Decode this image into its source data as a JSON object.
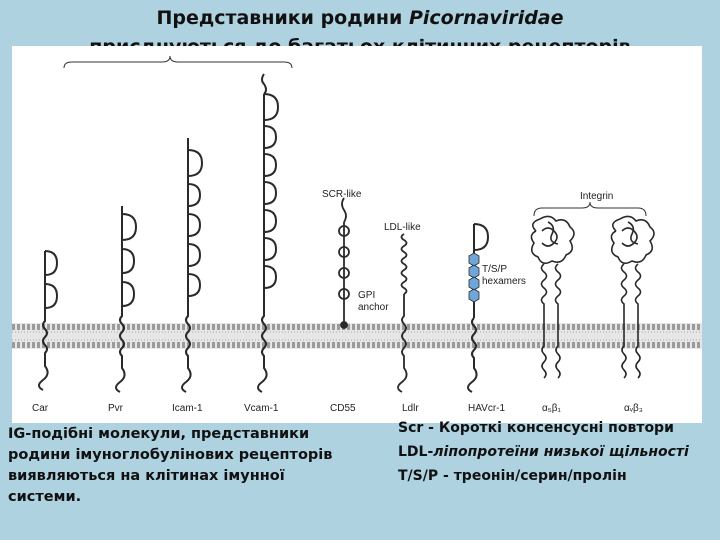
{
  "title": {
    "line1_prefix": "Представники родини ",
    "line1_family": "Picornaviridae",
    "line2": "приєднуються до багатьох клітинних рецепторів"
  },
  "figure": {
    "group_labels": {
      "scr": "SCR-like",
      "ldl": "LDL-like",
      "tsp": [
        "T/S/P",
        "hexamers"
      ],
      "gpi": [
        "GPI",
        "anchor"
      ],
      "integrin": "Integrin"
    },
    "receptors": [
      "Car",
      "Pvr",
      "Icam-1",
      "Vcam-1",
      "CD55",
      "Ldlr",
      "HAVcr-1",
      "α₅β₁",
      "αᵥβ₃"
    ],
    "colors": {
      "helix": "#2a2a2a",
      "membrane_head": "#9b9b9b",
      "hexamer": "#6fa8d8"
    }
  },
  "left_text": "IG-подібні молекули, представники родини імуноглобулінових рецепторів виявляються на клітинах імунної системи.",
  "right_text": {
    "scr_term": "Scr - ",
    "scr_def": "Короткі консенсусні повтори",
    "ldl_term": "LDL-",
    "ldl_def": "ліпопротеїни низької щільності",
    "tsp_term": "T/S/P - ",
    "tsp_def": "треонін/серин/пролін"
  }
}
